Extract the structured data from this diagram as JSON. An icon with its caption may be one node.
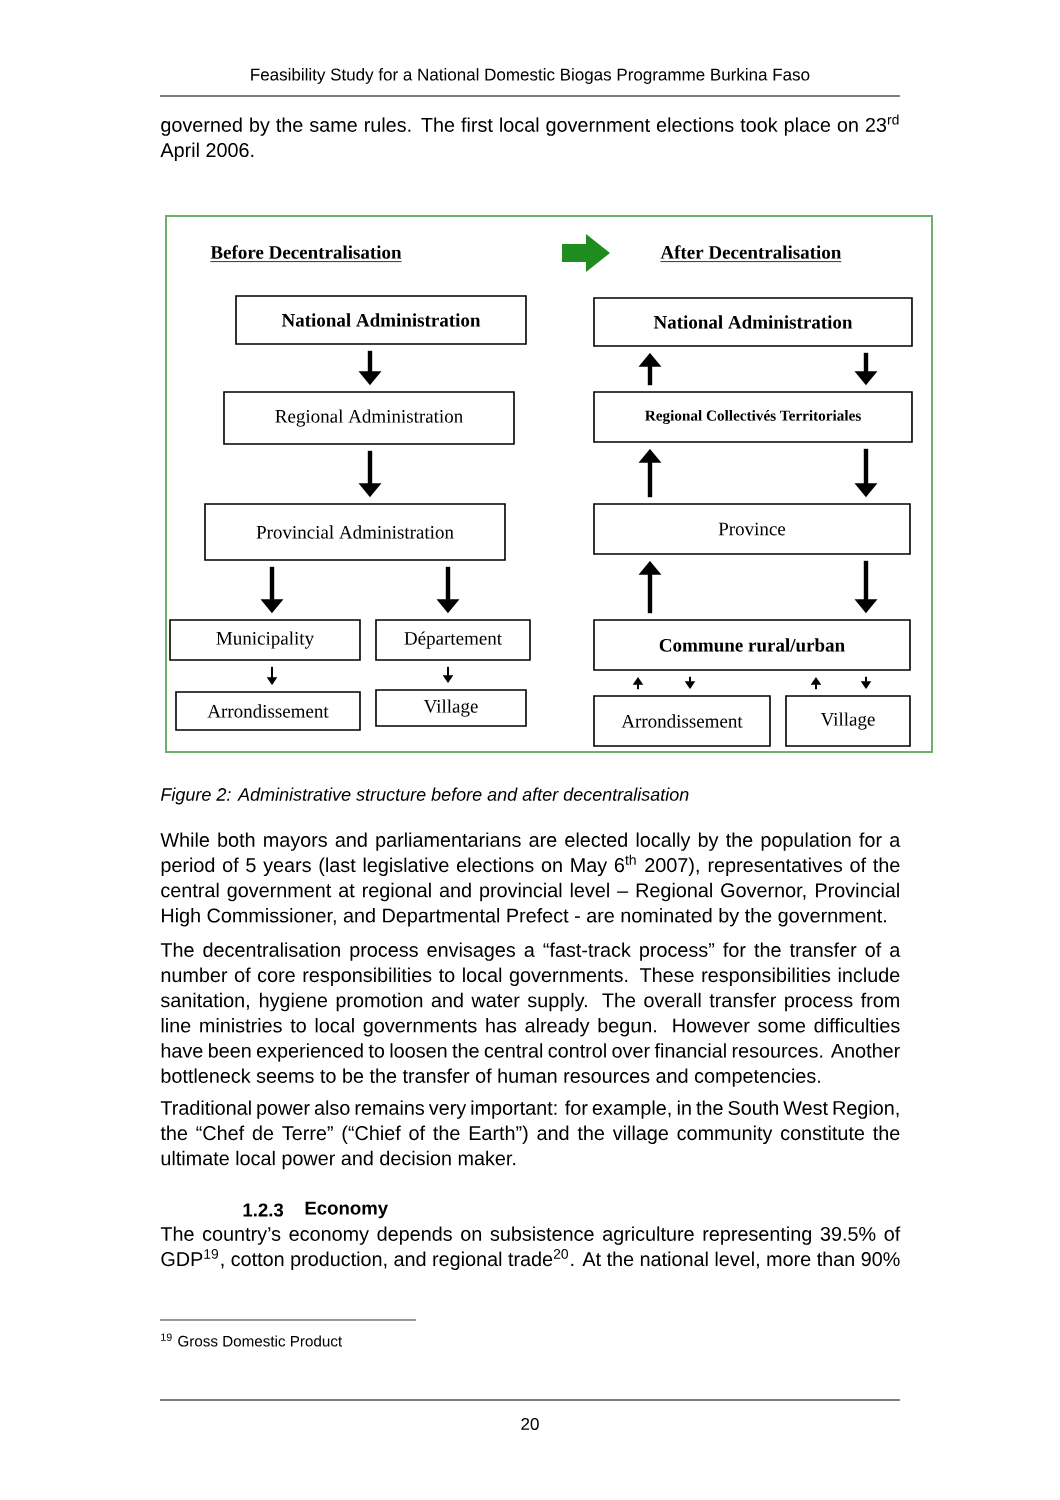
{
  "diagram": {
    "caption": "Figure 2: Administrative structure before and after decentralisation",
    "nodes": [
      {
        "text": [
          "National Administration"
        ]
      },
      {
        "text": [
          "Regional Administration"
        ]
      },
      {
        "text": [
          "Provincial Administration"
        ]
      },
      {
        "text": [
          "Municipality"
        ]
      },
      {
        "text": [
          "Département"
        ]
      },
      {
        "text": [
          "Arrondissement"
        ]
      },
      {
        "text": [
          "Village"
        ]
      },
      {
        "text": [
          "National Administration"
        ]
      },
      {
        "text": [
          "Regional Collectivés Territoriales"
        ]
      },
      {
        "text": [
          "Province"
        ]
      },
      {
        "text": [
          "Commune rural/urban"
        ]
      },
      {
        "text": [
          "Arrondissement"
        ]
      },
      {
        "text": [
          "Village"
        ]
      }
    ],
    "edges": [
      {
        "from": 0,
        "to": 1,
        "arrow": "to"
      },
      {
        "from": 1,
        "to": 2,
        "arrow": "to"
      },
      {
        "from": 2,
        "to": 3,
        "arrow": "to"
      },
      {
        "from": 2,
        "to": 4,
        "arrow": "to"
      },
      {
        "from": 3,
        "to": 5,
        "arrow": "to"
      },
      {
        "from": 4,
        "to": 6,
        "arrow": "to"
      },
      {
        "from": 8,
        "to": 7,
        "arrow": "to"
      },
      {
        "from": 7,
        "to": 8,
        "arrow": "to"
      },
      {
        "from": 9,
        "to": 8,
        "arrow": "to"
      },
      {
        "from": 8,
        "to": 9,
        "arrow": "to"
      },
      {
        "from": 10,
        "to": 9,
        "arrow": "to"
      },
      {
        "from": 9,
        "to": 10,
        "arrow": "to"
      },
      {
        "from": 11,
        "to": 10,
        "arrow": "to"
      },
      {
        "from": 10,
        "to": 11,
        "arrow": "to"
      },
      {
        "from": 12,
        "to": 10,
        "arrow": "to"
      },
      {
        "from": 10,
        "to": 12,
        "arrow": "to"
      }
    ],
    "labels": [
      "Feasibility Study for a National Domestic Biogas Programme Burkina Faso",
      "governed by the same rules. The first local government elections took place on 23$^{rd}$ April 2006.",
      "Before Decentralisation",
      "After Decentralisation",
      "While both mayors and parliamentarians are elected locally by the population for a period of 5 years (last legislative elections on May 6$^{th}$ 2007), representatives of the central government at regional and provincial level – Regional Governor, Provincial High Commissioner, and Departmental Prefect - are nominated by the government.",
      "The decentralisation process envisages a “fast-track process” for the transfer of a number of core responsibilities to local governments. These responsibilities include sanitation, hygiene promotion and water supply. The overall transfer process from line ministries to local governments has already begun. However some difficulties have been experienced to loosen the central control over financial resources. Another bottleneck seems to be the transfer of human resources and competencies.",
      "Traditional power also remains very important: for example, in the South West Region, the “Chef de Terre” (“Chief of the Earth”) and the village community constitute the ultimate local power and decision maker.",
      "1.2.3",
      "Economy",
      "The country’s economy depends on subsistence agriculture representing 39.5% of GDP$^{19}$, cotton production, and regional trade$^{20}$. At the national level, more than 90%",
      "$^{19}$ Gross Domestic Product",
      "20"
    ]
  }
}
